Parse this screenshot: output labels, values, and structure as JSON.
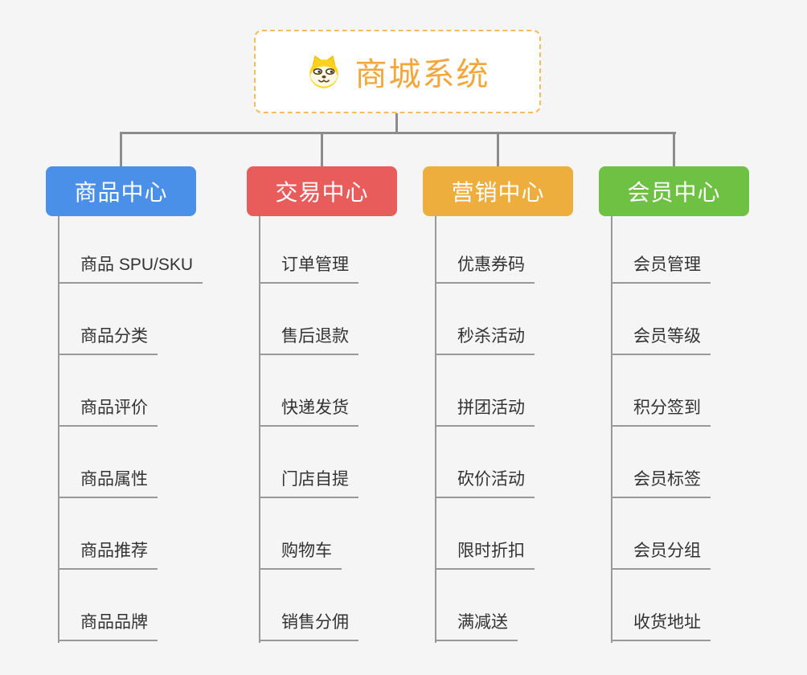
{
  "root": {
    "title": "商城系统",
    "icon": "dog-icon"
  },
  "colors": {
    "background": "#F5F5F5",
    "root_text": "#F2A63C",
    "root_border": "#F3BC62",
    "connector": "#8C8C8C",
    "leaf_text": "#333333",
    "leaf_underline": "#999999",
    "branch_product": "#4A90E8",
    "branch_trade": "#E85C5C",
    "branch_marketing": "#EDAE3E",
    "branch_member": "#6FC143"
  },
  "branches": [
    {
      "label": "商品中心",
      "color": "#4A90E8",
      "items": [
        "商品 SPU/SKU",
        "商品分类",
        "商品评价",
        "商品属性",
        "商品推荐",
        "商品品牌"
      ]
    },
    {
      "label": "交易中心",
      "color": "#E85C5C",
      "items": [
        "订单管理",
        "售后退款",
        "快递发货",
        "门店自提",
        "购物车",
        "销售分佣"
      ]
    },
    {
      "label": "营销中心",
      "color": "#EDAE3E",
      "items": [
        "优惠券码",
        "秒杀活动",
        "拼团活动",
        "砍价活动",
        "限时折扣",
        "满减送"
      ]
    },
    {
      "label": "会员中心",
      "color": "#6FC143",
      "items": [
        "会员管理",
        "会员等级",
        "积分签到",
        "会员标签",
        "会员分组",
        "收货地址"
      ]
    }
  ]
}
